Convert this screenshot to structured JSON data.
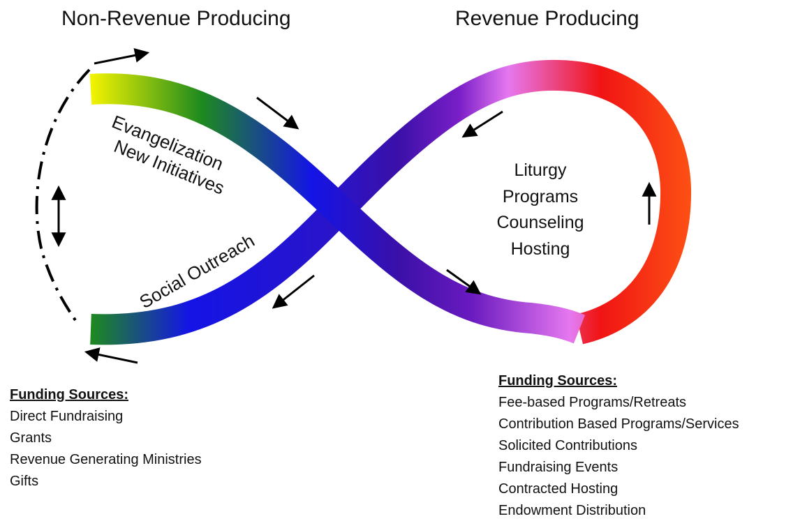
{
  "headings": {
    "left": "Non-Revenue Producing",
    "right": "Revenue Producing"
  },
  "left_loop": {
    "line1": "Evangelization",
    "line2": "New Initiatives",
    "outreach": "Social Outreach"
  },
  "right_loop": {
    "items": [
      "Liturgy",
      "Programs",
      "Counseling",
      "Hosting"
    ]
  },
  "funding_left": {
    "title": "Funding Sources:",
    "items": [
      "Direct Fundraising",
      "Grants",
      "Revenue Generating Ministries",
      "Gifts"
    ]
  },
  "funding_right": {
    "title": "Funding Sources:",
    "items": [
      "Fee-based Programs/Retreats",
      "Contribution Based Programs/Services",
      "Solicited Contributions",
      "Fundraising Events",
      "Contracted Hosting",
      "Endowment Distribution"
    ]
  },
  "colors": {
    "yellow": "#f2f200",
    "green": "#1e8a1e",
    "blue": "#1414e6",
    "indigo": "#3a10a8",
    "purple": "#7a1ec8",
    "violet": "#e678f0",
    "red": "#f01414",
    "orange": "#ff5a14",
    "text": "#111111"
  }
}
